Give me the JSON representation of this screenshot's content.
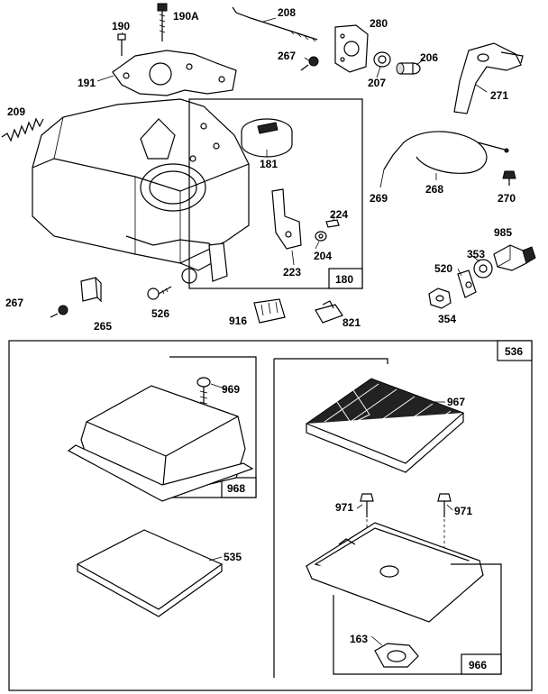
{
  "labels": {
    "p190": "190",
    "p190A": "190A",
    "p208": "208",
    "p280": "280",
    "p267a": "267",
    "p207": "207",
    "p206": "206",
    "p191": "191",
    "p271": "271",
    "p209": "209",
    "p181": "181",
    "p269": "269",
    "p268": "268",
    "p270": "270",
    "p224": "224",
    "p204": "204",
    "p223": "223",
    "p180": "180",
    "p985": "985",
    "p353": "353",
    "p520": "520",
    "p354": "354",
    "p267b": "267",
    "p265": "265",
    "p526": "526",
    "p916": "916",
    "p821": "821",
    "p536": "536",
    "p969": "969",
    "p968": "968",
    "p967": "967",
    "p971a": "971",
    "p971b": "971",
    "p535": "535",
    "p163": "163",
    "p966": "966"
  }
}
